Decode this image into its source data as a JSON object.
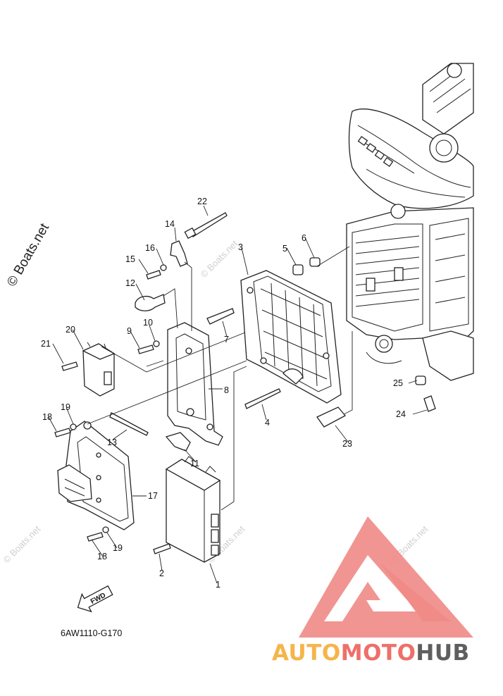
{
  "watermarks": {
    "side": "© Boats.net",
    "tile": "© Boats.net"
  },
  "diagram": {
    "code": "6AW1110-G170",
    "fwd_label": "FWD",
    "callouts": [
      "1",
      "2",
      "3",
      "4",
      "5",
      "6",
      "7",
      "8",
      "9",
      "10",
      "11",
      "12",
      "13",
      "14",
      "15",
      "16",
      "17",
      "18",
      "19",
      "20",
      "21",
      "22",
      "23",
      "24",
      "25"
    ]
  },
  "brand": {
    "part1": "AUTO",
    "part2": "MOTO",
    "part3": "HUB",
    "colors": {
      "auto": "#f5b54a",
      "moto": "#ee6f6a",
      "hub": "#5f5f5f",
      "triangle": "#f08a86"
    }
  }
}
